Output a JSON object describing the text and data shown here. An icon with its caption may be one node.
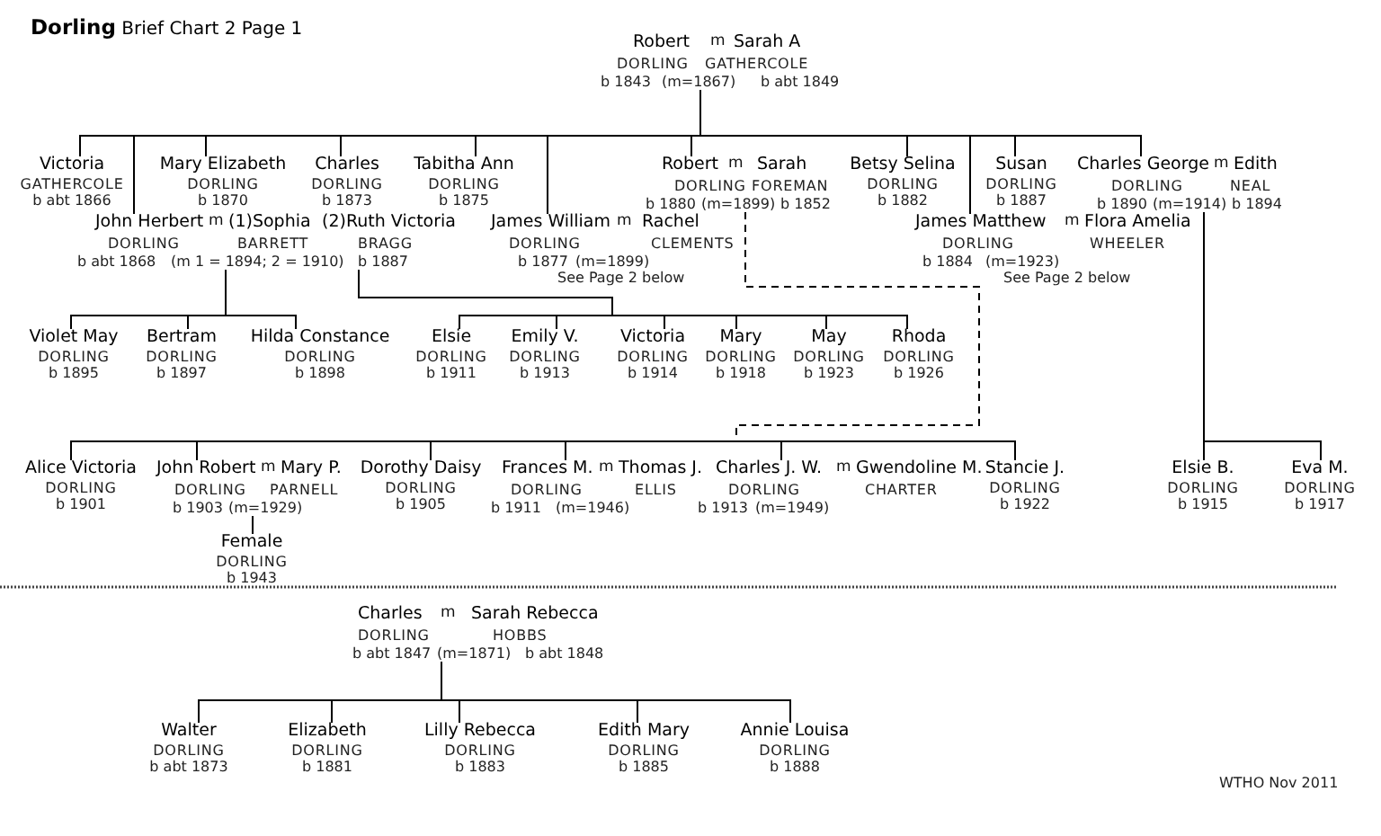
{
  "diagram": {
    "title": "**Dorling** Brief Chart 2 Page 1",
    "nodes": [
      {
        "text": [
          "Robert",
          "m",
          "Sarah A",
          "DORLING",
          "GATHERCOLE",
          "b 1843",
          "(m=1867)",
          "b abt 1849"
        ]
      },
      {
        "text": [
          "Victoria",
          "GATHERCOLE",
          "b abt 1866"
        ]
      },
      {
        "text": [
          "Mary Elizabeth",
          "DORLING",
          "b 1870"
        ]
      },
      {
        "text": [
          "Charles",
          "DORLING",
          "b 1873"
        ]
      },
      {
        "text": [
          "Tabitha Ann",
          "DORLING",
          "b 1875"
        ]
      },
      {
        "text": [
          "Robert",
          "m",
          "Sarah",
          "DORLING",
          "FOREMAN",
          "b 1880",
          "(m=1899)",
          "b 1852"
        ]
      },
      {
        "text": [
          "Betsy Selina",
          "DORLING",
          "b 1882"
        ]
      },
      {
        "text": [
          "Susan",
          "DORLING",
          "b 1887"
        ]
      },
      {
        "text": [
          "Charles George",
          "m",
          "Edith",
          "DORLING",
          "NEAL",
          "b 1890",
          "(m=1914)",
          "b 1894"
        ]
      },
      {
        "text": [
          "John Herbert",
          "m",
          "(1)Sophia",
          "(2)Ruth Victoria",
          "DORLING",
          "BARRETT",
          "BRAGG",
          "b abt 1868",
          "(m 1 = 1894; 2 = 1910)",
          "b 1887"
        ]
      },
      {
        "text": [
          "James William",
          "m",
          "Rachel",
          "DORLING",
          "CLEMENTS",
          "b 1877",
          "(m=1899)"
        ],
        "beside": [
          "See Page 2 below"
        ]
      },
      {
        "text": [
          "James Matthew",
          "m",
          "Flora Amelia",
          "DORLING",
          "WHEELER",
          "b 1884",
          "(m=1923)"
        ],
        "beside": [
          "See Page 2 below"
        ]
      },
      {
        "text": [
          "Violet May",
          "DORLING",
          "b 1895"
        ]
      },
      {
        "text": [
          "Bertram",
          "DORLING",
          "b 1897"
        ]
      },
      {
        "text": [
          "Hilda Constance",
          "DORLING",
          "b 1898"
        ]
      },
      {
        "text": [
          "Elsie",
          "DORLING",
          "b 1911"
        ]
      },
      {
        "text": [
          "Emily V.",
          "DORLING",
          "b 1913"
        ]
      },
      {
        "text": [
          "Victoria",
          "DORLING",
          "b 1914"
        ]
      },
      {
        "text": [
          "Mary",
          "DORLING",
          "b 1918"
        ]
      },
      {
        "text": [
          "May",
          "DORLING",
          "b 1923"
        ]
      },
      {
        "text": [
          "Rhoda",
          "DORLING",
          "b 1926"
        ]
      },
      {
        "text": [
          "Alice Victoria",
          "DORLING",
          "b 1901"
        ]
      },
      {
        "text": [
          "John Robert",
          "m",
          "Mary P.",
          "DORLING",
          "PARNELL",
          "b 1903",
          "(m=1929)"
        ]
      },
      {
        "text": [
          "Dorothy Daisy",
          "DORLING",
          "b 1905"
        ]
      },
      {
        "text": [
          "Frances M.",
          "m",
          "Thomas J.",
          "DORLING",
          "ELLIS",
          "b 1911",
          "(m=1946)"
        ]
      },
      {
        "text": [
          "Charles J. W.",
          "m",
          "Gwendoline M.",
          "DORLING",
          "CHARTER",
          "b 1913",
          "(m=1949)"
        ]
      },
      {
        "text": [
          "Stancie J.",
          "DORLING",
          "b 1922"
        ]
      },
      {
        "text": [
          "Elsie B.",
          "DORLING",
          "b 1915"
        ]
      },
      {
        "text": [
          "Eva M.",
          "DORLING",
          "b 1917"
        ]
      },
      {
        "text": [
          "Female",
          "DORLING",
          "b 1943"
        ]
      },
      {
        "text": [
          "Charles",
          "m",
          "Sarah Rebecca",
          "DORLING",
          "HOBBS",
          "b abt 1847",
          "(m=1871)",
          "b abt 1848"
        ]
      },
      {
        "text": [
          "Walter",
          "DORLING",
          "b abt 1873"
        ]
      },
      {
        "text": [
          "Elizabeth",
          "DORLING",
          "b 1881"
        ]
      },
      {
        "text": [
          "Lilly Rebecca",
          "DORLING",
          "b 1883"
        ]
      },
      {
        "text": [
          "Edith Mary",
          "DORLING",
          "b 1885"
        ]
      },
      {
        "text": [
          "Annie Louisa",
          "DORLING",
          "b 1888"
        ]
      }
    ],
    "edges": [
      {
        "from": 0,
        "to": 1,
        "arrow": "none"
      },
      {
        "from": 0,
        "to": 9,
        "arrow": "none"
      },
      {
        "from": 0,
        "to": 2,
        "arrow": "none"
      },
      {
        "from": 0,
        "to": 3,
        "arrow": "none"
      },
      {
        "from": 0,
        "to": 4,
        "arrow": "none"
      },
      {
        "from": 0,
        "to": 10,
        "arrow": "none"
      },
      {
        "from": 0,
        "to": 5,
        "arrow": "none"
      },
      {
        "from": 0,
        "to": 6,
        "arrow": "none"
      },
      {
        "from": 0,
        "to": 11,
        "arrow": "none"
      },
      {
        "from": 0,
        "to": 7,
        "arrow": "none"
      },
      {
        "from": 0,
        "to": 8,
        "arrow": "none"
      },
      {
        "from": 9,
        "to": 12,
        "arrow": "none"
      },
      {
        "from": 9,
        "to": 13,
        "arrow": "none"
      },
      {
        "from": 9,
        "to": 14,
        "arrow": "none"
      },
      {
        "from": 9,
        "to": 15,
        "arrow": "none"
      },
      {
        "from": 9,
        "to": 16,
        "arrow": "none"
      },
      {
        "from": 9,
        "to": 17,
        "arrow": "none"
      },
      {
        "from": 9,
        "to": 18,
        "arrow": "none"
      },
      {
        "from": 9,
        "to": 19,
        "arrow": "none"
      },
      {
        "from": 9,
        "to": 20,
        "arrow": "none"
      },
      {
        "from": 5,
        "to": 21,
        "arrow": "none",
        "style": "dashed"
      },
      {
        "from": 5,
        "to": 22,
        "arrow": "none",
        "style": "dashed"
      },
      {
        "from": 5,
        "to": 23,
        "arrow": "none",
        "style": "dashed"
      },
      {
        "from": 5,
        "to": 24,
        "arrow": "none",
        "style": "dashed"
      },
      {
        "from": 5,
        "to": 25,
        "arrow": "none",
        "style": "dashed"
      },
      {
        "from": 5,
        "to": 26,
        "arrow": "none",
        "style": "dashed"
      },
      {
        "from": 8,
        "to": 27,
        "arrow": "none"
      },
      {
        "from": 8,
        "to": 28,
        "arrow": "none"
      },
      {
        "from": 22,
        "to": 29,
        "arrow": "none"
      },
      {
        "from": 30,
        "to": 31,
        "arrow": "none"
      },
      {
        "from": 30,
        "to": 32,
        "arrow": "none"
      },
      {
        "from": 30,
        "to": 33,
        "arrow": "none"
      },
      {
        "from": 30,
        "to": 34,
        "arrow": "none"
      },
      {
        "from": 30,
        "to": 35,
        "arrow": "none"
      }
    ],
    "labels": [
      "WTHO Nov 2011"
    ]
  }
}
